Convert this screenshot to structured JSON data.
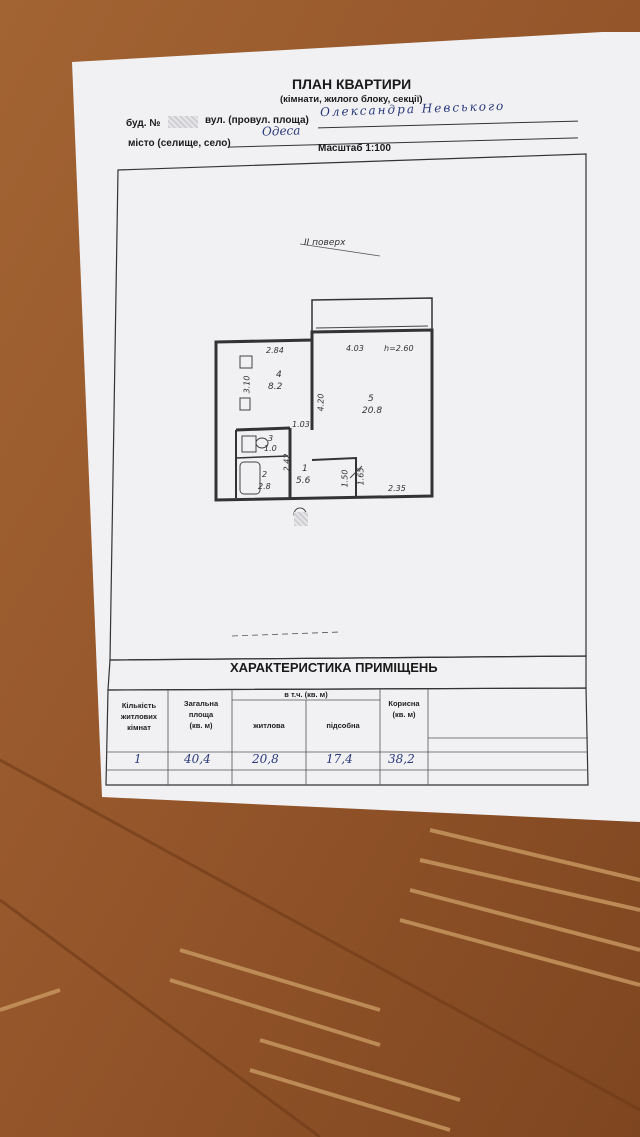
{
  "header": {
    "title": "ПЛАН КВАРТИРИ",
    "subtitle": "(кімнати, жилого блоку, секції)",
    "building_label": "буд. №",
    "street_label": "вул. (провул. площа)",
    "street_value": "Олександра Невського",
    "city_label": "місто (селище, село)",
    "city_value": "Одеса",
    "scale": "Масштаб 1:100"
  },
  "plan": {
    "floor_label": "II поверх",
    "rooms": [
      {
        "number": "4",
        "area": "8.2"
      },
      {
        "number": "5",
        "area": "20.8"
      },
      {
        "number": "3",
        "area": "1.0"
      },
      {
        "number": "2",
        "area": "2.8"
      },
      {
        "number": "1",
        "area": "5.6"
      }
    ],
    "dimensions": {
      "kitchen_width": "2.84",
      "room_width": "4.03",
      "height": "h=2.60",
      "kitchen_depth": "3.10",
      "room_depth": "4.20",
      "small_a": "1.03",
      "hall_depth": "2.42",
      "hall_width": "1.50",
      "side": "1.65",
      "bottom": "2.35"
    }
  },
  "table": {
    "heading": "ХАРАКТЕРИСТИКА ПРИМІЩЕНЬ",
    "col_rooms": [
      "Кількість",
      "житлових",
      "кімнат"
    ],
    "col_total": [
      "Загальна",
      "площа",
      "(кв. м)"
    ],
    "col_incl": "в т.ч. (кв. м)",
    "col_living": "житлова",
    "col_aux": "підсобна",
    "col_useful": [
      "Корисна",
      "(кв. м)"
    ],
    "row": {
      "rooms": "1",
      "total": "40,4",
      "living": "20,8",
      "aux": "17,4",
      "useful": "38,2"
    }
  }
}
